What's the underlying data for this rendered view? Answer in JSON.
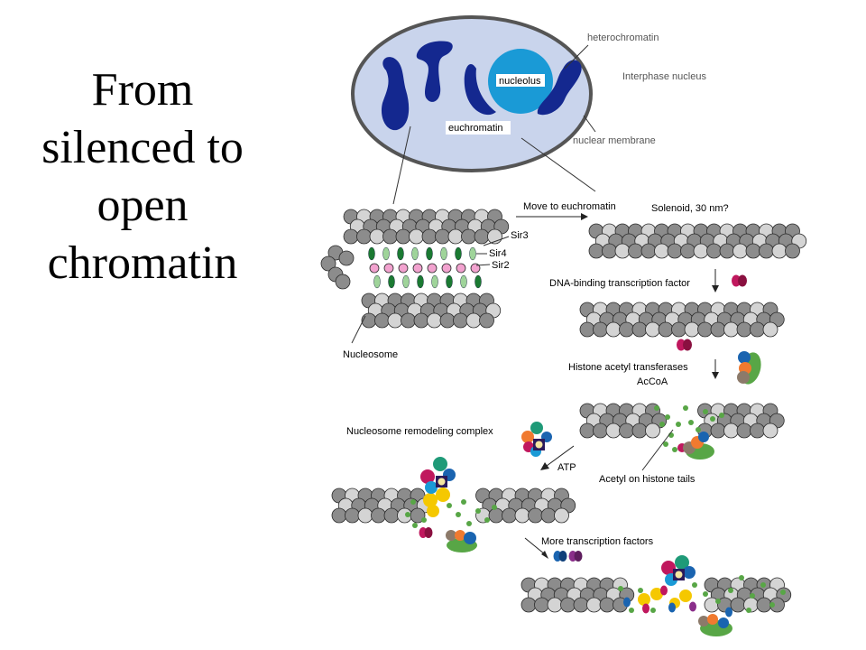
{
  "title_lines": [
    "From",
    "silenced to",
    "open",
    "chromatin"
  ],
  "colors": {
    "nucleoplasm": "#c9d4ec",
    "heterochromatin": "#14288f",
    "nucleolus": "#1a9ad6",
    "histone": "#8c8c8c",
    "histone_light": "#d4d4d4",
    "sir3": "#1b7a32",
    "sir4": "#9fd49a",
    "sir2": "#f2a2cf",
    "acetyl": "#58a646",
    "factor_magenta": "#c0185e",
    "factor_blue": "#1a64b0",
    "factor_purple": "#8a2e8a",
    "hat_orange": "#f07a30",
    "hat_teal": "#1f9a78",
    "remodeler_yellow": "#f5c800"
  },
  "nucleus": {
    "nucleolus": "nucleolus",
    "euchromatin": "euchromatin",
    "heterochromatin": "heterochromatin",
    "interphase": "Interphase nucleus",
    "membrane": "nuclear membrane"
  },
  "labels": {
    "sir3": "Sir3",
    "sir4": "Sir4",
    "sir2": "Sir2",
    "nucleosome": "Nucleosome",
    "move": "Move to euchromatin",
    "solenoid": "Solenoid, 30 nm?",
    "dna_binding": "DNA-binding transcription factor",
    "hat": "Histone acetyl transferases",
    "accoa": "AcCoA",
    "remodeling": "Nucleosome remodeling complex",
    "atp": "ATP",
    "acetyl": "Acetyl on histone tails",
    "more_tf": "More transcription factors"
  }
}
